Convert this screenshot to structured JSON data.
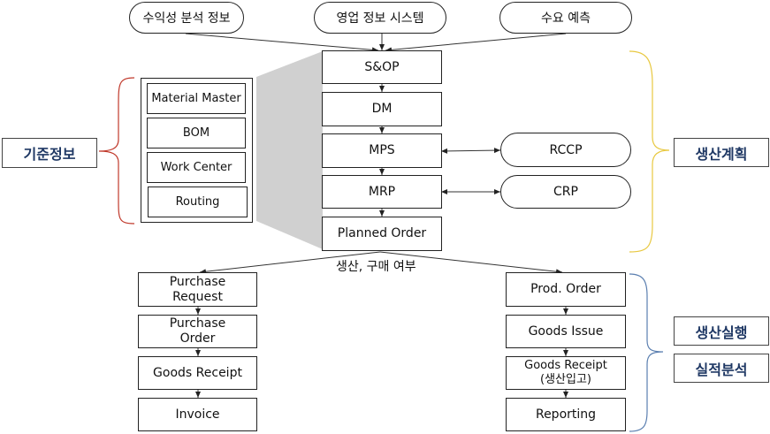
{
  "inputs": [
    "수익성 분석 정보",
    "영업 정보 시스템",
    "수요 예측"
  ],
  "planning_flow": [
    "S&OP",
    "DM",
    "MPS",
    "MRP",
    "Planned Order"
  ],
  "capacity_checks": [
    {
      "label": "RCCP",
      "links_to": "MPS"
    },
    {
      "label": "CRP",
      "links_to": "MRP"
    }
  ],
  "master_data": {
    "group_label": "기준정보",
    "items": [
      "Material Master",
      "BOM",
      "Work Center",
      "Routing"
    ]
  },
  "planning_label": "생산계획",
  "decision_label": "생산, 구매 여부",
  "purchase_flow": [
    "Purchase Request",
    "Purchase Order",
    "Goods Receipt",
    "Invoice"
  ],
  "production_flow": [
    "Prod. Order",
    "Goods Issue",
    "Goods Receipt (생산입고)",
    "Reporting"
  ],
  "execution_labels": [
    "생산실행",
    "실적분석"
  ],
  "colors": {
    "master_brace": "#c0392b",
    "planning_brace": "#e8c840",
    "execution_brace": "#5b7fb0",
    "label_text": "#1f3864",
    "shade": "#d0d0d0"
  }
}
